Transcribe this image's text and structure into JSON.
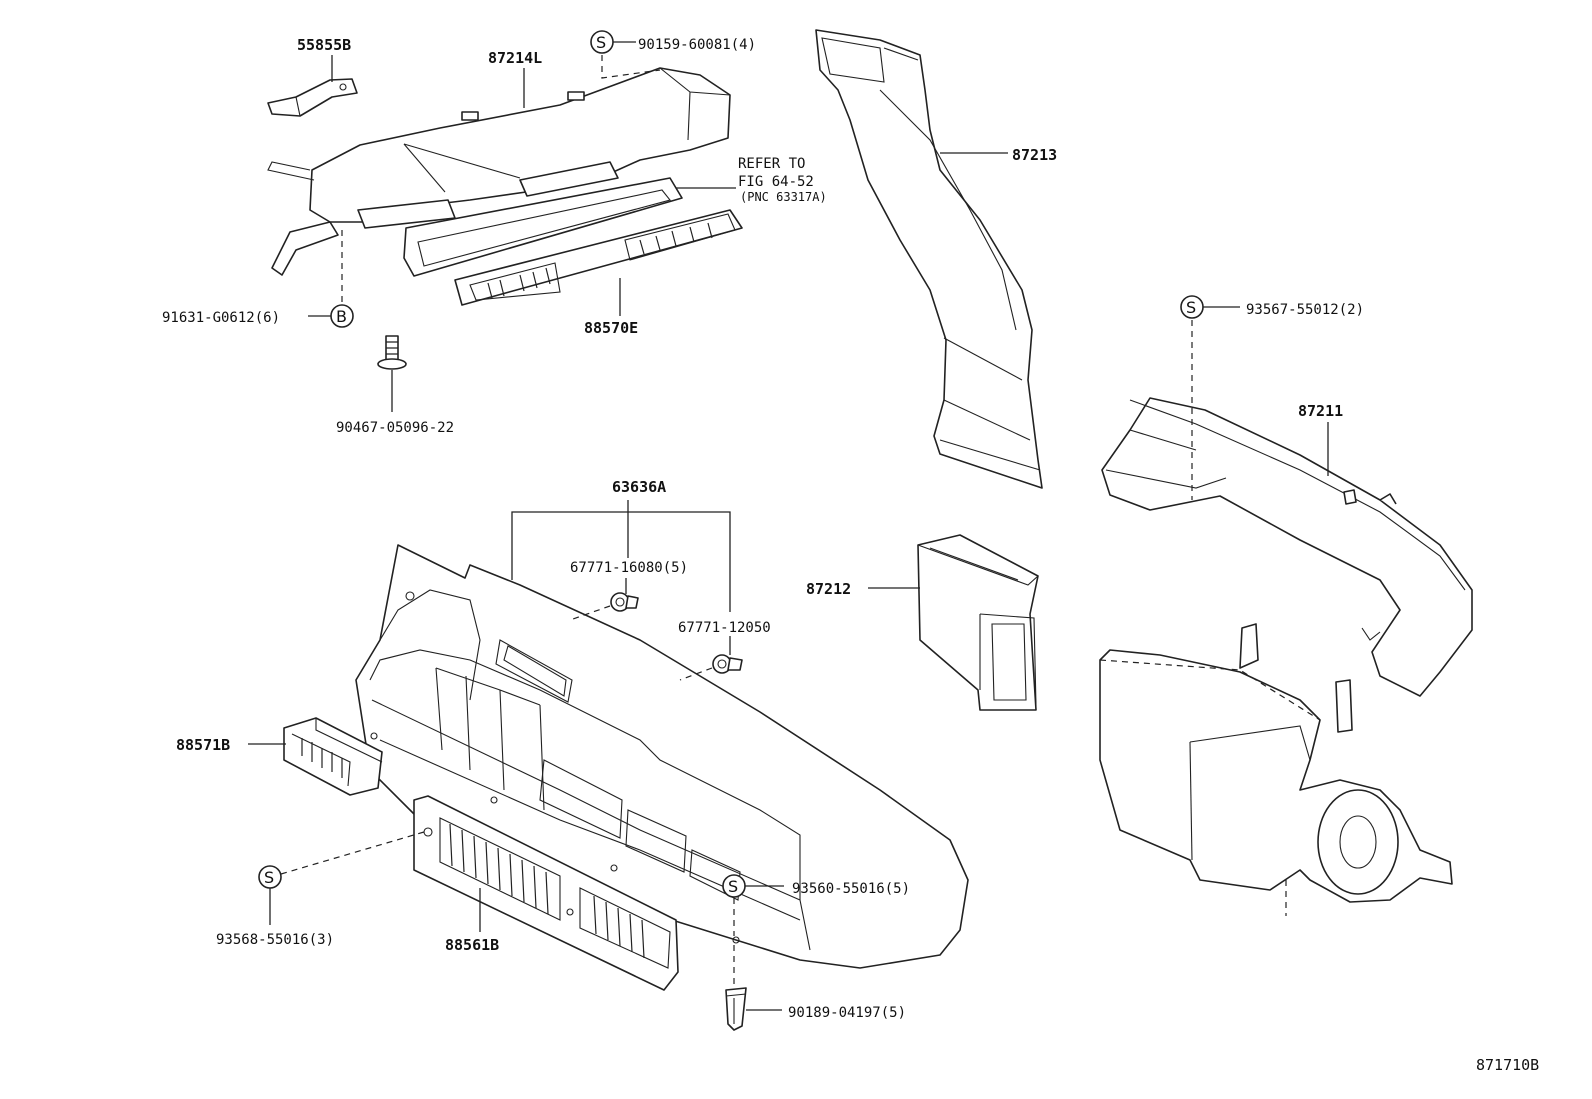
{
  "diagram_id": "871710B",
  "marker_letters": {
    "screw": "S",
    "bolt": "B"
  },
  "labels": {
    "p55855B": "55855B",
    "p87214L": "87214L",
    "p90159": "90159-60081(4)",
    "p87213": "87213",
    "refer1": "REFER TO",
    "refer2": "FIG 64-52",
    "refer3": "(PNC 63317A)",
    "p91631": "91631-G0612(6)",
    "p88570E": "88570E",
    "p90467": "90467-05096-22",
    "p93567": "93567-55012(2)",
    "p87211": "87211",
    "p63636A": "63636A",
    "p67771_16080": "67771-16080(5)",
    "p67771_12050": "67771-12050",
    "p87212": "87212",
    "p88571B": "88571B",
    "p93560": "93560-55016(5)",
    "p93568": "93568-55016(3)",
    "p88561B": "88561B",
    "p90189": "90189-04197(5)"
  }
}
